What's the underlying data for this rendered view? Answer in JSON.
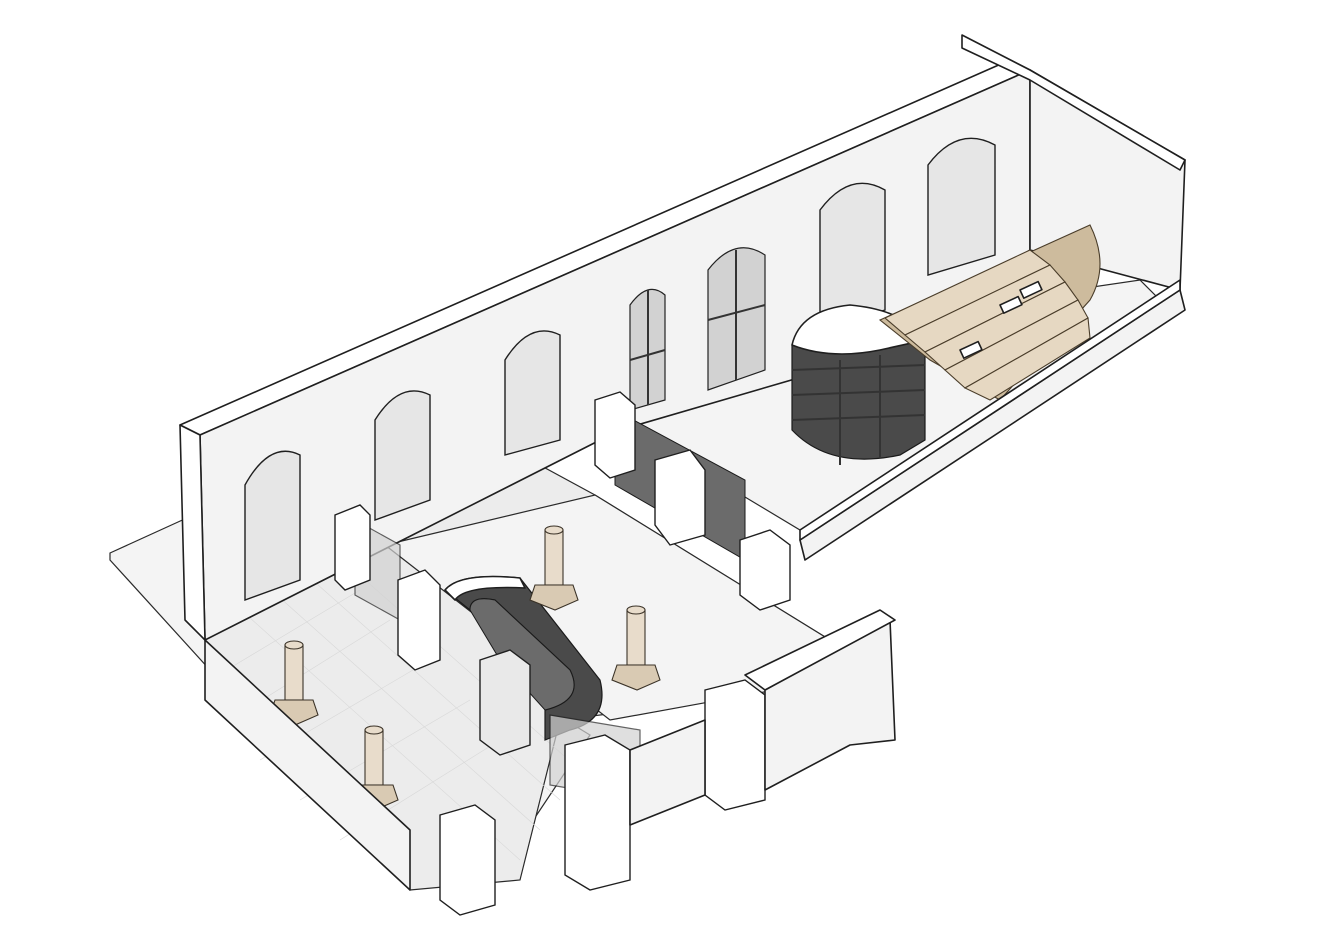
{
  "diagram": {
    "kind": "isometric architectural cutaway",
    "colors": {
      "background": "#ffffff",
      "wall": "#f3f3f3",
      "outline": "#1f1f1f",
      "floor": "#ececec",
      "glass": "#d2d2d2",
      "dark_joinery": "#4a4a4a",
      "timber": "#e6d8c2",
      "stone_column": "#e8dccb"
    },
    "elements": [
      "arched-back-wall",
      "entrance-hall-columns",
      "u-shaped-service-counter",
      "curved-bookshelf-drum",
      "timber-tiered-seating",
      "glazed-partitions",
      "front-facade-piers"
    ]
  }
}
